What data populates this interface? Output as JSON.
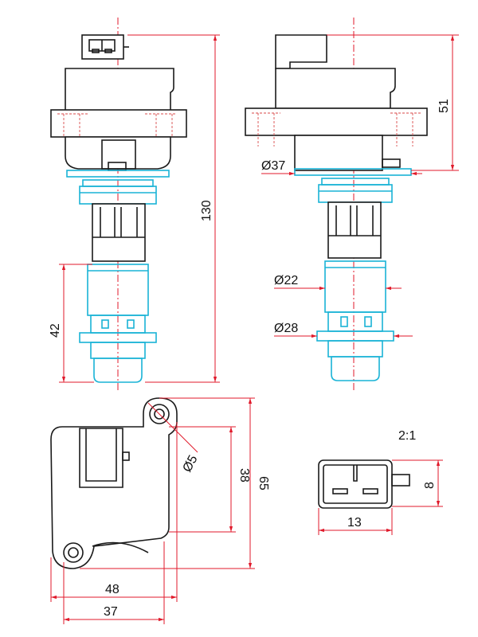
{
  "scale_label": "2:1",
  "colors": {
    "outline": "#1a1a1a",
    "accent": "#19b3d6",
    "dimension": "#e01a2b"
  },
  "dimensions": {
    "overall_height": "130",
    "lower_length": "42",
    "top_height": "51",
    "dia_37": "Ø37",
    "dia_22": "Ø22",
    "dia_28": "Ø28",
    "hole_dia": "Ø5",
    "hole_spacing": "38",
    "flange_height": "65",
    "flange_width": "48",
    "body_width": "37",
    "connector_height": "8",
    "connector_width": "13"
  }
}
